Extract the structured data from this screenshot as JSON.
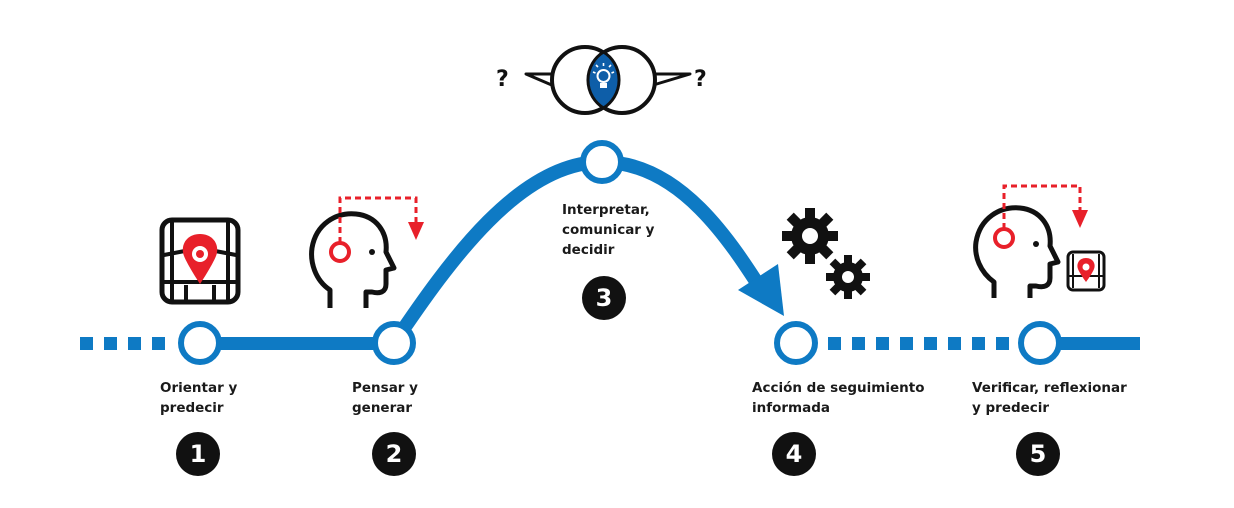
{
  "steps": [
    {
      "number": "1",
      "label": "Orientar y\npredecir"
    },
    {
      "number": "2",
      "label": "Pensar y\ngenerar"
    },
    {
      "number": "3",
      "label": "Interpretar,\ncomunicar y\ndecidir"
    },
    {
      "number": "4",
      "label": "Acción de seguimiento\ninformada"
    },
    {
      "number": "5",
      "label": "Verificar, reflexionar\ny predecir"
    }
  ],
  "question_mark": "?",
  "colors": {
    "path": "#0e7ac4",
    "accent_red": "#e8202a",
    "ink": "#111111",
    "lens_fill": "#0e5ea8"
  }
}
